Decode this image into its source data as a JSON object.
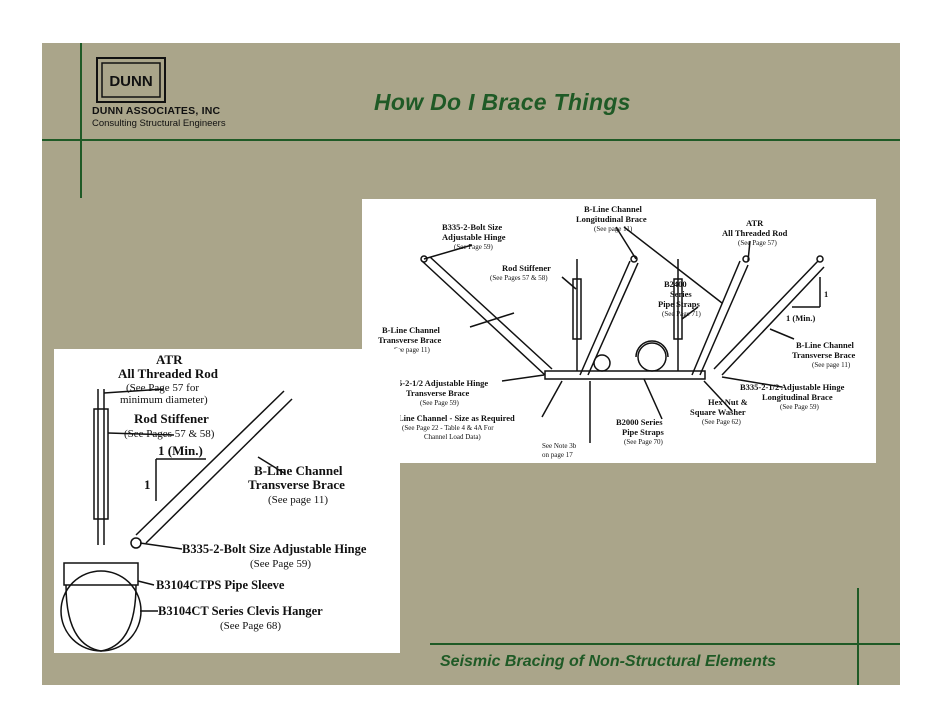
{
  "header": {
    "company": "DUNN ASSOCIATES, INC",
    "tagline": "Consulting Structural Engineers",
    "logo_text": "DUNN",
    "title": "How Do I Brace Things"
  },
  "footer": {
    "text": "Seismic Bracing of Non-Structural Elements"
  },
  "left_diagram": {
    "atr_title": "ATR",
    "atr_name": "All Threaded Rod",
    "atr_ref1": "(See Page 57 for",
    "atr_ref2": "minimum diameter)",
    "stiffener_title": "Rod Stiffener",
    "stiffener_ref": "(See Pages 57 & 58)",
    "slope_label": "1 (Min.)",
    "slope_one": "1",
    "channel_title1": "B-Line Channel",
    "channel_title2": "Transverse Brace",
    "channel_ref": "(See page 11)",
    "hinge_title": "B335-2-Bolt Size Adjustable Hinge",
    "hinge_ref": "(See Page 59)",
    "sleeve_title": "B3104CTPS Pipe Sleeve",
    "clevis_title": "B3104CT Series Clevis Hanger",
    "clevis_ref": "(See Page 68)"
  },
  "right_diagram": {
    "long_brace_1": "B-Line Channel",
    "long_brace_2": "Longitudinal Brace",
    "long_brace_ref": "(See page 11)",
    "hinge2_1": "B335-2-Bolt Size",
    "hinge2_2": "Adjustable Hinge",
    "hinge2_ref": "(See Page 59)",
    "atr_1": "ATR",
    "atr_2": "All Threaded Rod",
    "atr_ref": "(See Page 57)",
    "stiff_1": "Rod Stiffener",
    "stiff_ref": "(See Pages 57 & 58)",
    "b2400_1": "B2400",
    "b2400_2": "Series",
    "b2400_3": "Pipe Straps",
    "b2400_ref": "(See Page 71)",
    "slope_one": "1",
    "slope_min": "1 (Min.)",
    "trans_l_1": "B-Line Channel",
    "trans_l_2": "Transverse Brace",
    "trans_l_ref": "See page 11)",
    "trans_r_1": "B-Line Channel",
    "trans_r_2": "Transverse Brace",
    "trans_r_ref": "(See page 11)",
    "adj_1": "5-2-1/2 Adjustable Hinge",
    "adj_2": "Transverse Brace",
    "adj_ref": "(See Page 59)",
    "chan_1": "Line Channel - Size as Required",
    "chan_2": "(See Page 22 - Table 4  & 4A For",
    "chan_3": "Channel Load Data)",
    "note_1": "See Note 3b",
    "note_2": "on page 17",
    "b2000_1": "B2000 Series",
    "b2000_2": "Pipe Straps",
    "b2000_ref": "(See Page 70)",
    "hex_1": "Hex Nut &",
    "hex_2": "Square Washer",
    "hex_ref": "(See Page 62)",
    "b335_1": "B335-2-1/2 Adjustable Hinge",
    "b335_2": "Longitudinal Brace",
    "b335_ref": "(See Page 59)"
  }
}
